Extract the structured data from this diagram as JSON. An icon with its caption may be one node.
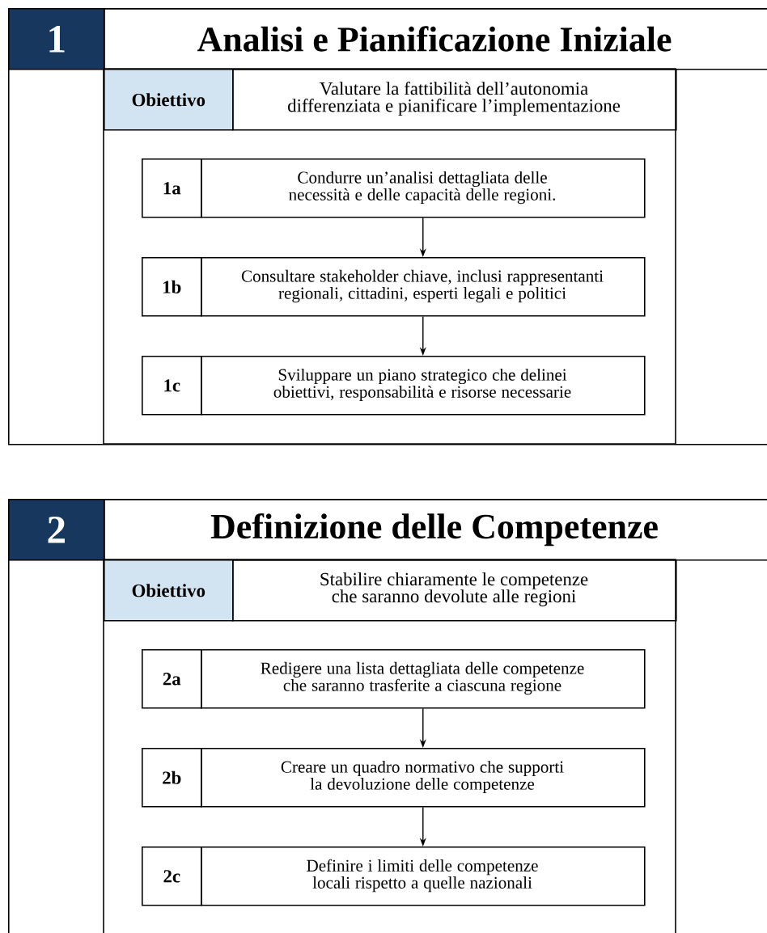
{
  "diagram": {
    "nodes": [
      {
        "text": [
          "1",
          "Analisi e Pianificazione Iniziale"
        ]
      },
      {
        "text": [
          "Obiettivo",
          "Valutare la fattibilità dell’autonomia differenziata e pianificare l’implementazione"
        ],
        "in": 0
      },
      {
        "text": [
          "1a",
          "Condurre un’analisi dettagliata delle necessità e delle capacità delle regioni."
        ],
        "in": 0
      },
      {
        "text": [
          "1b",
          "Consultare stakeholder chiave, inclusi rappresentanti regionali, cittadini, esperti legali e politici"
        ],
        "in": 0
      },
      {
        "text": [
          "1c",
          "Sviluppare un piano strategico che delinei obiettivi, responsabilità e risorse necessarie"
        ],
        "in": 0
      },
      {
        "text": [
          "2",
          "Definizione delle Competenze"
        ]
      },
      {
        "text": [
          "Obiettivo",
          "Stabilire chiaramente le competenze che saranno devolute alle regioni"
        ],
        "in": 5
      },
      {
        "text": [
          "2a",
          "Redigere una lista dettagliata delle competenze che saranno trasferite a ciascuna regione"
        ],
        "in": 5
      },
      {
        "text": [
          "2b",
          "Creare un quadro normativo che supporti la devoluzione delle competenze"
        ],
        "in": 5
      },
      {
        "text": [
          "2c",
          "Definire i limiti delle competenze locali rispetto a quelle nazionali"
        ],
        "in": 5
      }
    ],
    "edges": [
      {
        "from": 2,
        "to": 3,
        "arrow": "to"
      },
      {
        "from": 3,
        "to": 4,
        "arrow": "to"
      },
      {
        "from": 7,
        "to": 8,
        "arrow": "to"
      },
      {
        "from": 8,
        "to": 9,
        "arrow": "to"
      }
    ]
  }
}
